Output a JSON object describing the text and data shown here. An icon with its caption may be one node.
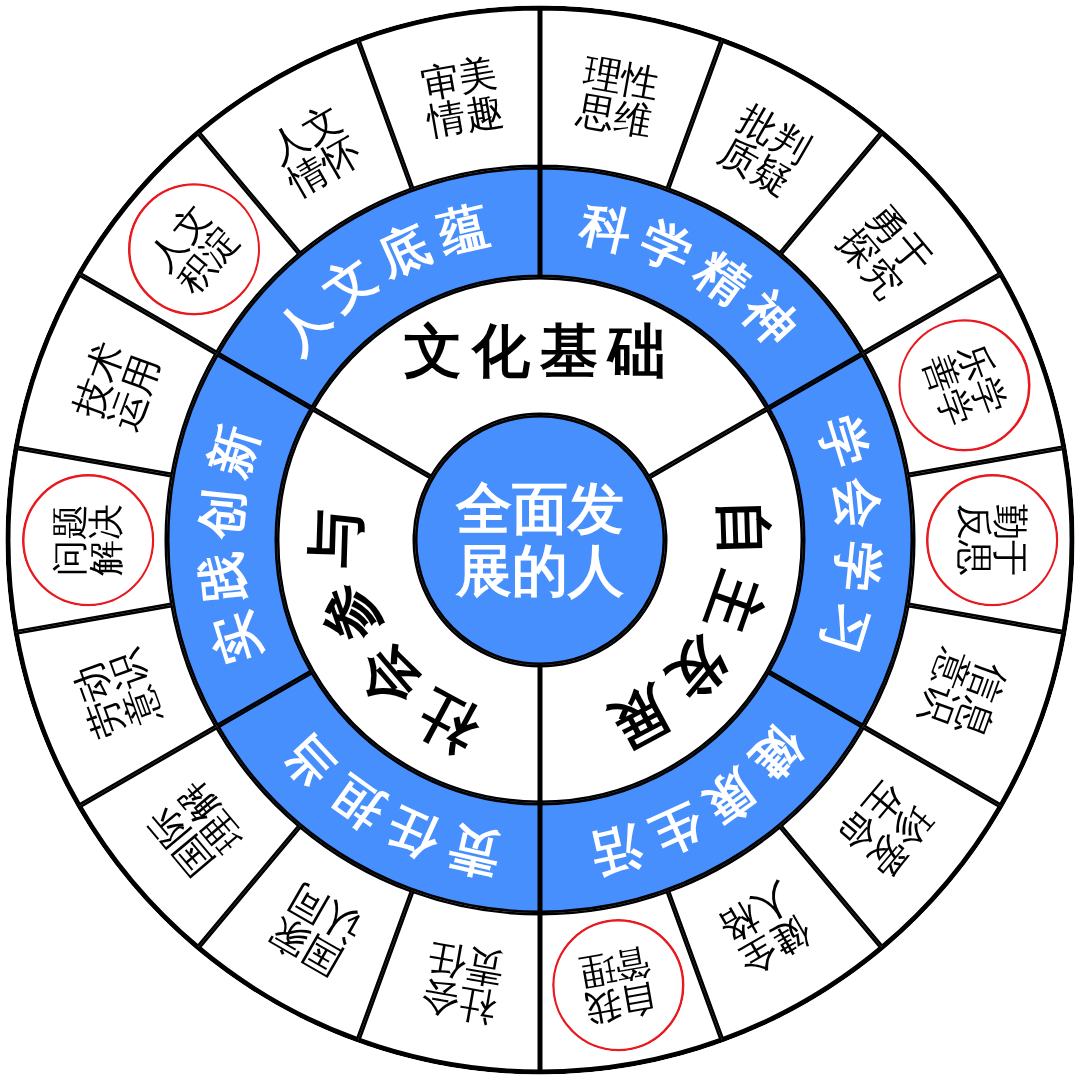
{
  "diagram": {
    "nodes": [
      {
        "text": [
          "全面发展的人"
        ]
      },
      {
        "text": [
          "文化基础"
        ]
      },
      {
        "text": [
          "自主发展"
        ]
      },
      {
        "text": [
          "社会参与"
        ]
      },
      {
        "text": [
          "人文底蕴"
        ]
      },
      {
        "text": [
          "科学精神"
        ]
      },
      {
        "text": [
          "学会学习"
        ]
      },
      {
        "text": [
          "健康生活"
        ]
      },
      {
        "text": [
          "责任担当"
        ]
      },
      {
        "text": [
          "实践创新"
        ]
      },
      {
        "text": [],
        "shape": "sector"
      },
      {
        "text": [
          "人文积淀"
        ],
        "in": 10
      },
      {
        "text": [
          "人文情怀"
        ]
      },
      {
        "text": [
          "审美情趣"
        ]
      },
      {
        "text": [
          "理性思维"
        ]
      },
      {
        "text": [
          "批判质疑"
        ]
      },
      {
        "text": [
          "勇于探究"
        ]
      },
      {
        "text": [],
        "shape": "sector"
      },
      {
        "text": [
          "乐学善学"
        ],
        "in": 17
      },
      {
        "text": [],
        "shape": "sector"
      },
      {
        "text": [
          "勤于反思"
        ],
        "in": 19
      },
      {
        "text": [
          "信息意识"
        ]
      },
      {
        "text": [
          "珍爱生命"
        ]
      },
      {
        "text": [
          "健全人格"
        ]
      },
      {
        "text": [],
        "shape": "sector"
      },
      {
        "text": [
          "自我管理"
        ],
        "in": 24
      },
      {
        "text": [
          "社会责任"
        ]
      },
      {
        "text": [
          "国家认同"
        ]
      },
      {
        "text": [
          "国际理解"
        ]
      },
      {
        "text": [
          "劳动意识"
        ]
      },
      {
        "text": [],
        "shape": "sector"
      },
      {
        "text": [
          "问题解决"
        ],
        "in": 30
      },
      {
        "text": [
          "技术运用"
        ]
      }
    ]
  }
}
